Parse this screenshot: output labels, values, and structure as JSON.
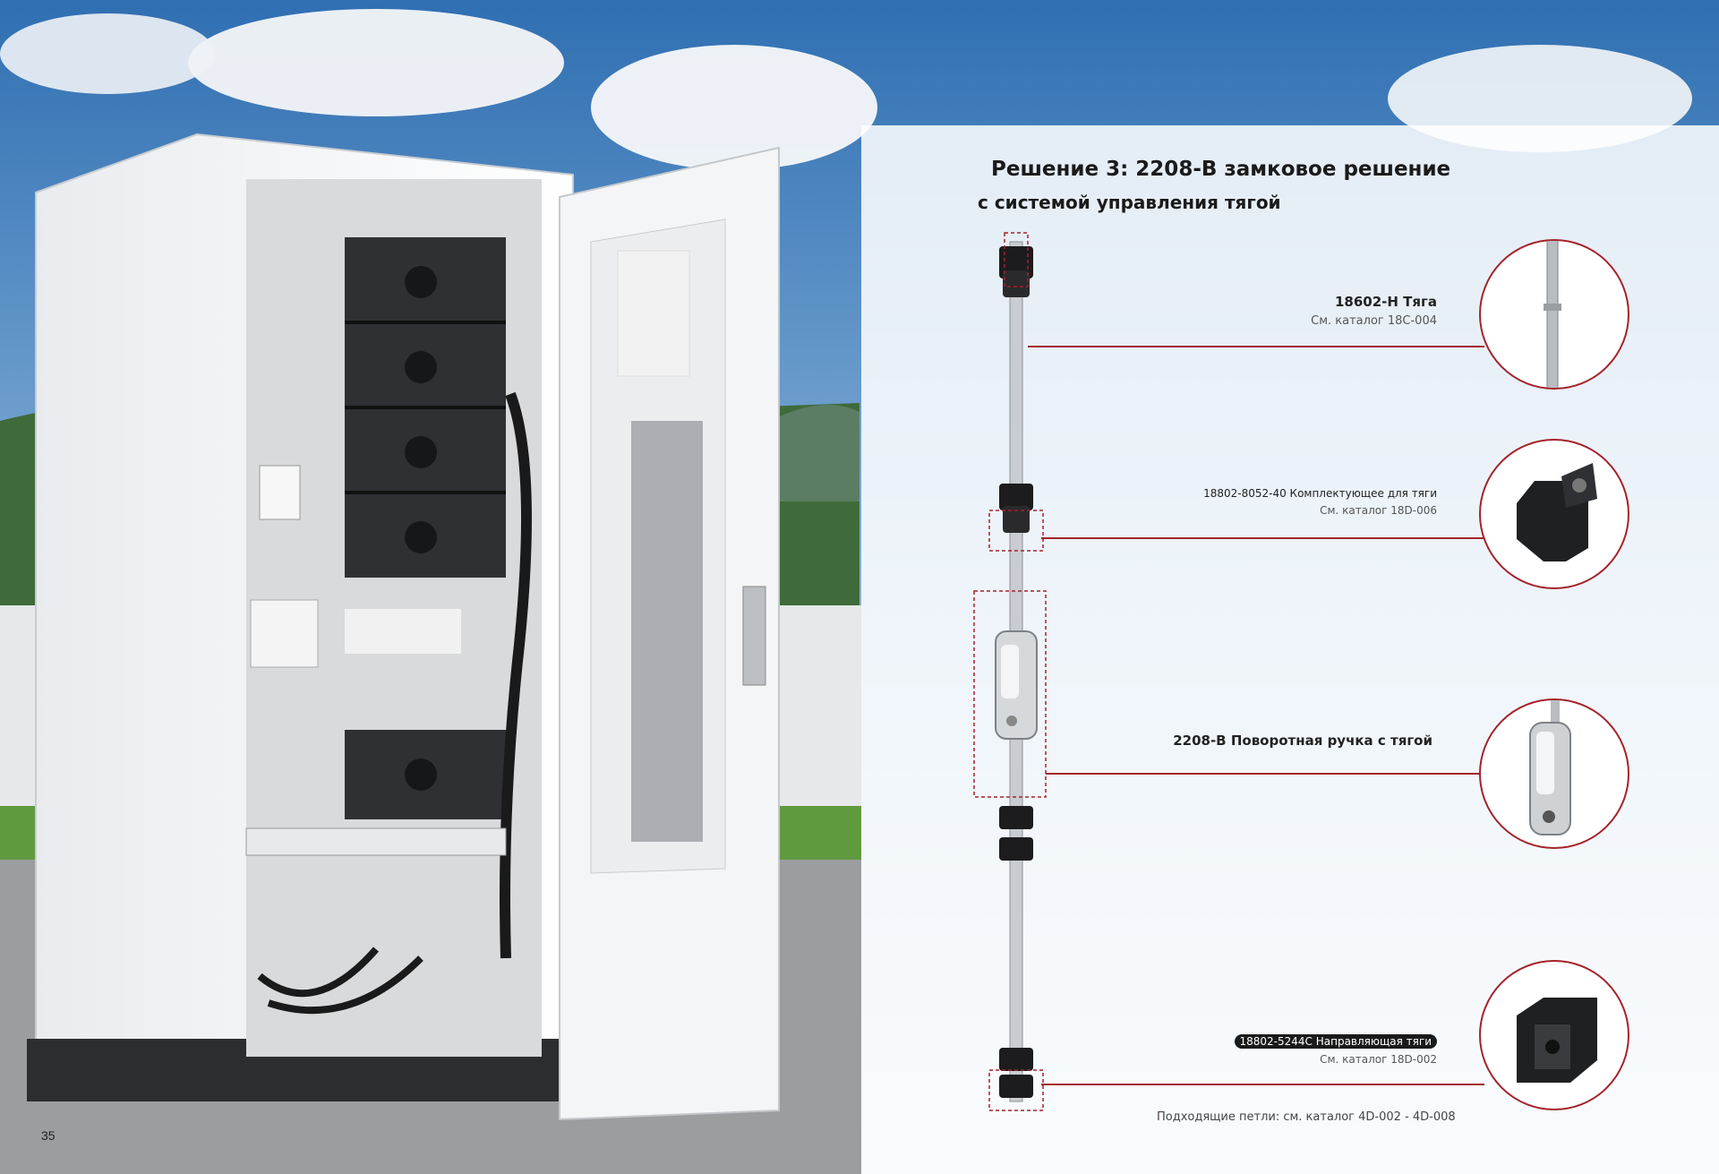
{
  "page": {
    "number": "35",
    "title_line1": "Решение 3: 2208-B замковое решение",
    "title_line2": "с системой управления тягой"
  },
  "components": [
    {
      "name": "18602-H Тяга",
      "catalog": "См. каталог 18C-004",
      "icon": "rod-icon"
    },
    {
      "name": "18802-8052-40 Комплектующее для тяги",
      "catalog": "См. каталог 18D-006",
      "icon": "rod-accessory-icon"
    },
    {
      "name": "2208-B Поворотная ручка с тягой",
      "catalog": "",
      "icon": "swing-handle-icon"
    },
    {
      "name": "18802-5244C Направляющая тяги",
      "catalog": "См. каталог 18D-002",
      "icon": "rod-guide-icon"
    }
  ],
  "note": "Подходящие петли: см. каталог 4D-002 - 4D-008",
  "colors": {
    "accent": "#a5232b",
    "text": "#1a1a1a"
  }
}
